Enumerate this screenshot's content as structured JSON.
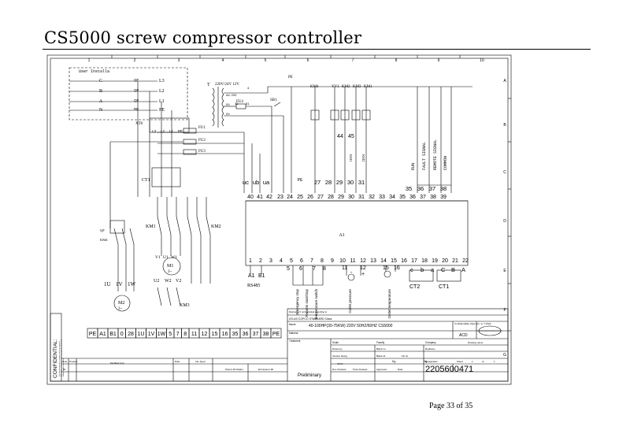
{
  "page": {
    "title": "CS5000 screw compressor controller",
    "footer": "Page 33 of 35"
  },
  "frame": {
    "columns": [
      "1",
      "2",
      "3",
      "4",
      "5",
      "6",
      "7",
      "8",
      "9",
      "10"
    ],
    "rows": [
      "A",
      "B",
      "C",
      "D",
      "E",
      "F",
      "G"
    ]
  },
  "user_install": "User Installa",
  "left_side": {
    "phases": [
      "C",
      "B",
      "A",
      "N"
    ],
    "phase_marks": [
      "QF",
      "QF",
      "QF",
      "RE"
    ],
    "line_labels": [
      "L3",
      "L2",
      "L1",
      "PE"
    ],
    "xt0": "XT0",
    "xt_labels": [
      "L3",
      "L2",
      "L1",
      "PE"
    ],
    "fuses": [
      "FU1",
      "FU2",
      "FU3"
    ],
    "ct1": "CT1",
    "km1": "KM1",
    "km2": "KM2",
    "km3": "KM3",
    "km4": "KM4",
    "m1_terms": [
      "V1",
      "U1",
      "W1"
    ],
    "m1": "M1",
    "m1_sub": "3~",
    "m1_bottom": [
      "U2",
      "W2",
      "V2"
    ],
    "m2_terms": [
      "1U",
      "1V",
      "1W"
    ],
    "m2": "M2",
    "m2_sub": "3~",
    "small_labels": [
      "QF",
      "KM4"
    ]
  },
  "transformer": {
    "t_label": "T",
    "rating": "220V/24V 12V",
    "taps": [
      "AC 220",
      "0V",
      "0V"
    ],
    "fu4": "FU4",
    "sb1": "SB1",
    "t_misc": [
      "4",
      "31",
      "32"
    ]
  },
  "relays": {
    "pe": "PE",
    "labels": [
      "KM4",
      "YV1",
      "KM2",
      "KM3",
      "KM1"
    ],
    "nums": [
      "44",
      "45"
    ],
    "km_small": [
      "KM1",
      "KM2"
    ],
    "signals": [
      "RUN",
      "FAULT SIGNAL",
      "REMOTE SIGNAL",
      "COMMON"
    ]
  },
  "top_terminals": {
    "upper_labels": [
      "uc",
      "ub",
      "ua",
      "PE",
      "27",
      "28",
      "29",
      "30",
      "31",
      "35",
      "36",
      "37",
      "38"
    ],
    "numbers": [
      "40",
      "41",
      "42",
      "23",
      "24",
      "25",
      "26",
      "27",
      "28",
      "29",
      "30",
      "31",
      "32",
      "33",
      "34",
      "35",
      "36",
      "37",
      "38",
      "39"
    ]
  },
  "controller": {
    "label": "A1"
  },
  "bottom_terminals": {
    "numbers": [
      "1",
      "2",
      "3",
      "4",
      "5",
      "6",
      "7",
      "8",
      "9",
      "10",
      "11",
      "12",
      "13",
      "14",
      "15",
      "16",
      "17",
      "18",
      "19",
      "20",
      "21",
      "22"
    ],
    "rs485": [
      "A1",
      "B1",
      "RS485"
    ],
    "sub_labels": [
      "5",
      "6",
      "7",
      "8",
      "11",
      "12",
      "15",
      "16"
    ],
    "pressure_marks": [
      "-",
      "+"
    ],
    "ct_letters": [
      "c",
      "b",
      "a",
      "C",
      "B",
      "A"
    ],
    "ct2": "CT2",
    "ct1": "CT1",
    "rotated": [
      "Emergency stop",
      "Remote start/stop",
      "Temperature switch",
      "Outlet pressure",
      "Outlet temperature"
    ]
  },
  "terminal_strip": [
    "PE",
    "A1",
    "B1",
    "0",
    "28",
    "1U",
    "1V",
    "1W",
    "5",
    "7",
    "8",
    "11",
    "12",
    "15",
    "16",
    "35",
    "36",
    "37",
    "38",
    "PE"
  ],
  "confidential": {
    "title": "CONFIDENTIAL:",
    "notes": [
      "This document and its contents are the property of",
      "Atlas Copco and may not be reproduced or disclosed",
      "without written permission."
    ]
  },
  "title_block": {
    "reference": "Reference if not individual according to",
    "standard_class": "ATLAS COPCO STANDARD Class",
    "name_label": "Name",
    "name_value": "40-100HP(30-75KW) 220V 50HZ/60HZ CS5000",
    "confidentiality": "Confidentiality class acc. to Y-1624",
    "confidentiality_value": "ACD",
    "material": "Material",
    "treatment": "Treatment",
    "scale": "Scale",
    "faculty": "Faculty",
    "company": "Company",
    "drawing_name": "Drawing name",
    "drawn_by": "Drawn by",
    "blank_no": "Blank no",
    "replaces": "Replaces",
    "version_desig": "Version Desig.",
    "blank_wt": "Blank wt",
    "fin_wt": "Fin wt",
    "kg1": "Kg",
    "kg2": "Kg",
    "designation_label": "Designation",
    "sheet": "Sheet",
    "sheet_nums": [
      "1",
      "1"
    ],
    "of": "of",
    "date_small": "XX/XX",
    "doc_checked": "Doc checked",
    "prod_checked": "Prod checked",
    "approved": "Approved",
    "date": "Date",
    "preliminary": "Preliminary",
    "number": "2205600471",
    "note_col": "Note",
    "product_col": "Product",
    "modified_from": "Modified from",
    "date_col": "Date",
    "init_appd": "Init. Appd",
    "parent_3d": "Parent 3D Model",
    "ed_version": "Ed Version 3D",
    "row_num": "00"
  }
}
